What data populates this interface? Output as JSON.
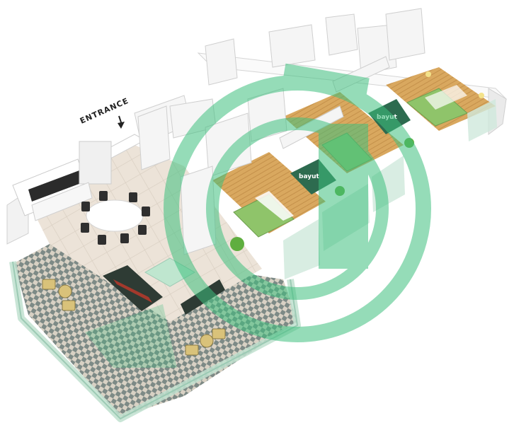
{
  "labels": {
    "entrance": "ENTRANCE"
  },
  "watermark": {
    "brand": "bayut",
    "color": "#3fbf7f"
  },
  "tv_brand": "bayut",
  "colors": {
    "wall": "#f4f4f4",
    "wall_side": "#d9d9d9",
    "floor_tile": "#e9dfd4",
    "wood": "#d9a85f",
    "glass": "#cfe9dc",
    "grass_bed": "#8fc46a",
    "sofa": "#2e3b34",
    "checker_a": "#d8d1c4",
    "checker_b": "#7d8a86"
  }
}
